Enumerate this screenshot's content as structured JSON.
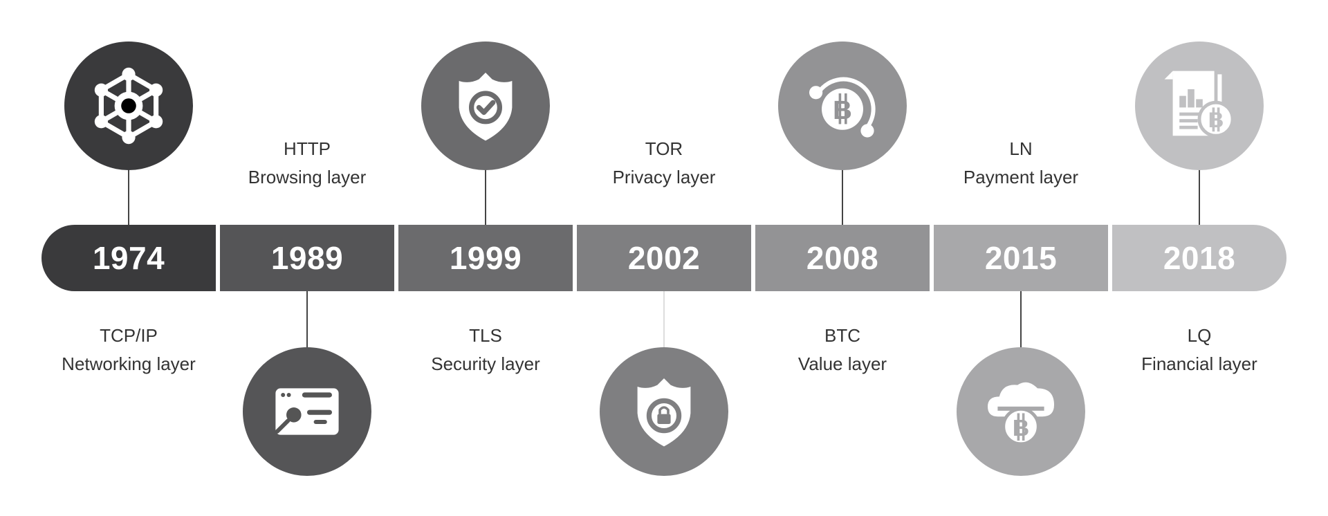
{
  "timeline": [
    {
      "year": "1974",
      "protocol": "TCP/IP",
      "layer": "Networking layer",
      "icon": "network-hub-icon",
      "color": "#3a3a3c",
      "position": "top"
    },
    {
      "year": "1989",
      "protocol": "HTTP",
      "layer": "Browsing layer",
      "icon": "browser-search-icon",
      "color": "#555557",
      "position": "bottom"
    },
    {
      "year": "1999",
      "protocol": "TLS",
      "layer": "Security layer",
      "icon": "shield-check-icon",
      "color": "#6b6b6d",
      "position": "top"
    },
    {
      "year": "2002",
      "protocol": "TOR",
      "layer": "Privacy layer",
      "icon": "shield-lock-icon",
      "color": "#7f7f81",
      "position": "bottom"
    },
    {
      "year": "2008",
      "protocol": "BTC",
      "layer": "Value layer",
      "icon": "bitcoin-orbit-icon",
      "color": "#939395",
      "position": "top"
    },
    {
      "year": "2015",
      "protocol": "LN",
      "layer": "Payment layer",
      "icon": "cloud-bitcoin-icon",
      "color": "#a8a8aa",
      "position": "bottom"
    },
    {
      "year": "2018",
      "protocol": "LQ",
      "layer": "Financial layer",
      "icon": "document-bitcoin-icon",
      "color": "#c0c0c2",
      "position": "top"
    }
  ]
}
